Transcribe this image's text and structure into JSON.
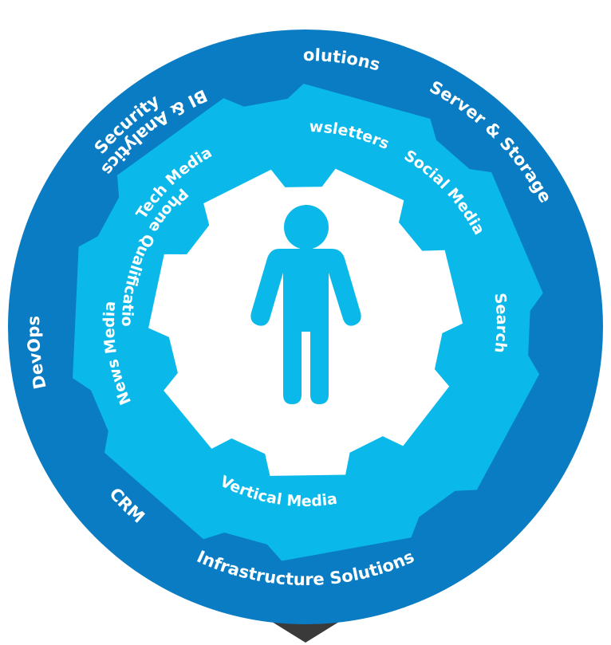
{
  "colors": {
    "outer_ring": "#0a7cc3",
    "middle_ring": "#0ab9ea",
    "center": "#ffffff",
    "person_icon": "#0ab9ea",
    "pointer": "#3a3a3a"
  },
  "outer_ring": {
    "labels": {
      "cloud": "Cloud Solutions",
      "server": "Server & Storage",
      "bi": "BI & Analytics",
      "infrastructure": "Infrastructure Solutions",
      "crm": "CRM",
      "devops": "DevOps",
      "security": "Security"
    }
  },
  "inner_ring": {
    "labels": {
      "email": "Email Newsletters",
      "social": "Social Media",
      "search": "Search",
      "phone": "Phone Qualification",
      "vertical": "Vertical Media",
      "news": "News Media",
      "tech": "Tech Media"
    }
  },
  "center": {
    "icon": "person-icon"
  },
  "pointer": {
    "icon": "down-pointer-icon"
  }
}
